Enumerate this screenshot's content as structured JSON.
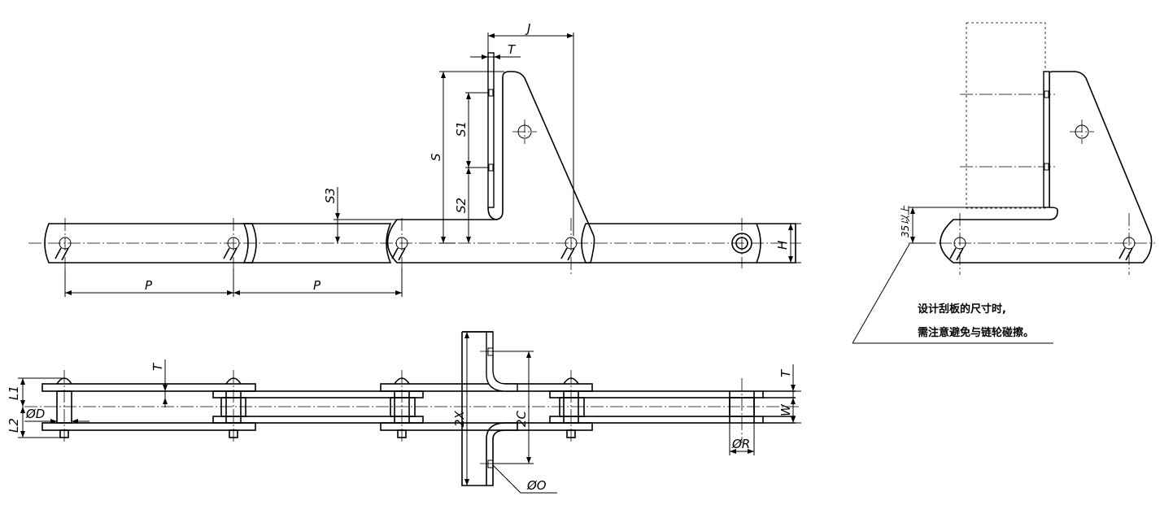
{
  "labels": {
    "J": "J",
    "T": "T",
    "S": "S",
    "S1": "S1",
    "S2": "S2",
    "S3": "S3",
    "P": "P",
    "H": "H",
    "L1": "L1",
    "L2": "L2",
    "phiD": "ØD",
    "X2": "2X",
    "C2": "2C",
    "W": "W",
    "phiR": "ØR",
    "phiO": "ØO",
    "k35": "35以上"
  },
  "note": {
    "line1": "设计刮板的尺寸时,",
    "line2": "需注意避免与链轮碰擦。"
  }
}
